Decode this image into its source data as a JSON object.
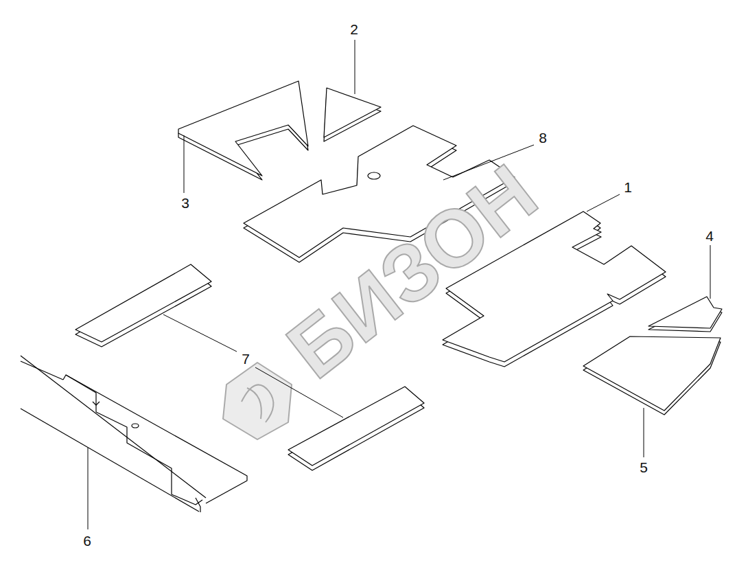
{
  "diagram": {
    "labels": [
      "2",
      "8",
      "3",
      "1",
      "4",
      "7",
      "5",
      "6",
      "БИЗОН"
    ]
  }
}
